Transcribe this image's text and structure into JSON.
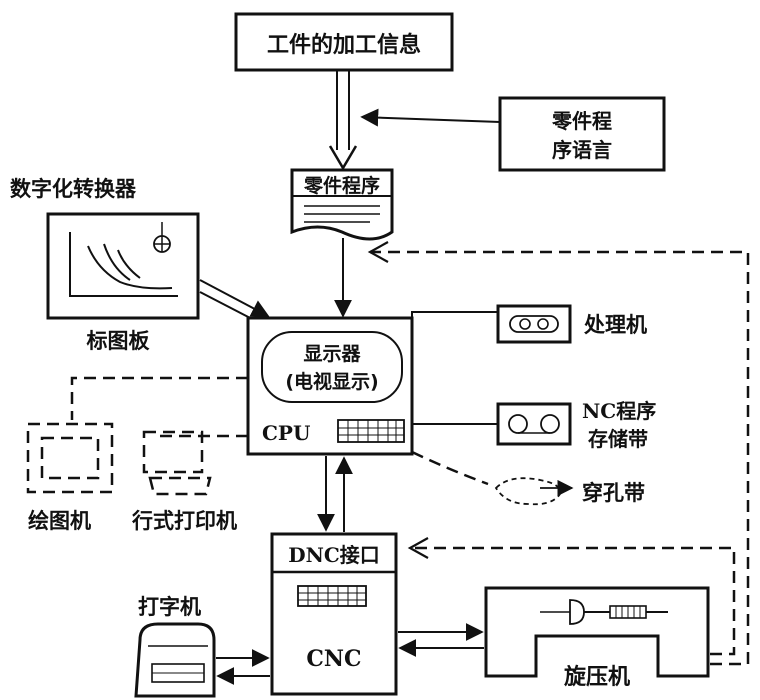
{
  "nodes": {
    "workpiece_info": "工件的加工信息",
    "part_language_line1": "零件程",
    "part_language_line2": "序语言",
    "part_program": "零件程序",
    "digitizer": "数字化转换器",
    "plotting_board": "标图板",
    "display_line1": "显示器",
    "display_line2": "(电视显示)",
    "cpu": "CPU",
    "processor": "处理机",
    "nc_tape_line1": "NC程序",
    "nc_tape_line2": "存储带",
    "punched_tape": "穿孔带",
    "plotter": "绘图机",
    "line_printer": "行式打印机",
    "dnc_interface": "DNC接口",
    "cnc": "CNC",
    "typewriter": "打字机",
    "spinning_machine": "旋压机"
  }
}
